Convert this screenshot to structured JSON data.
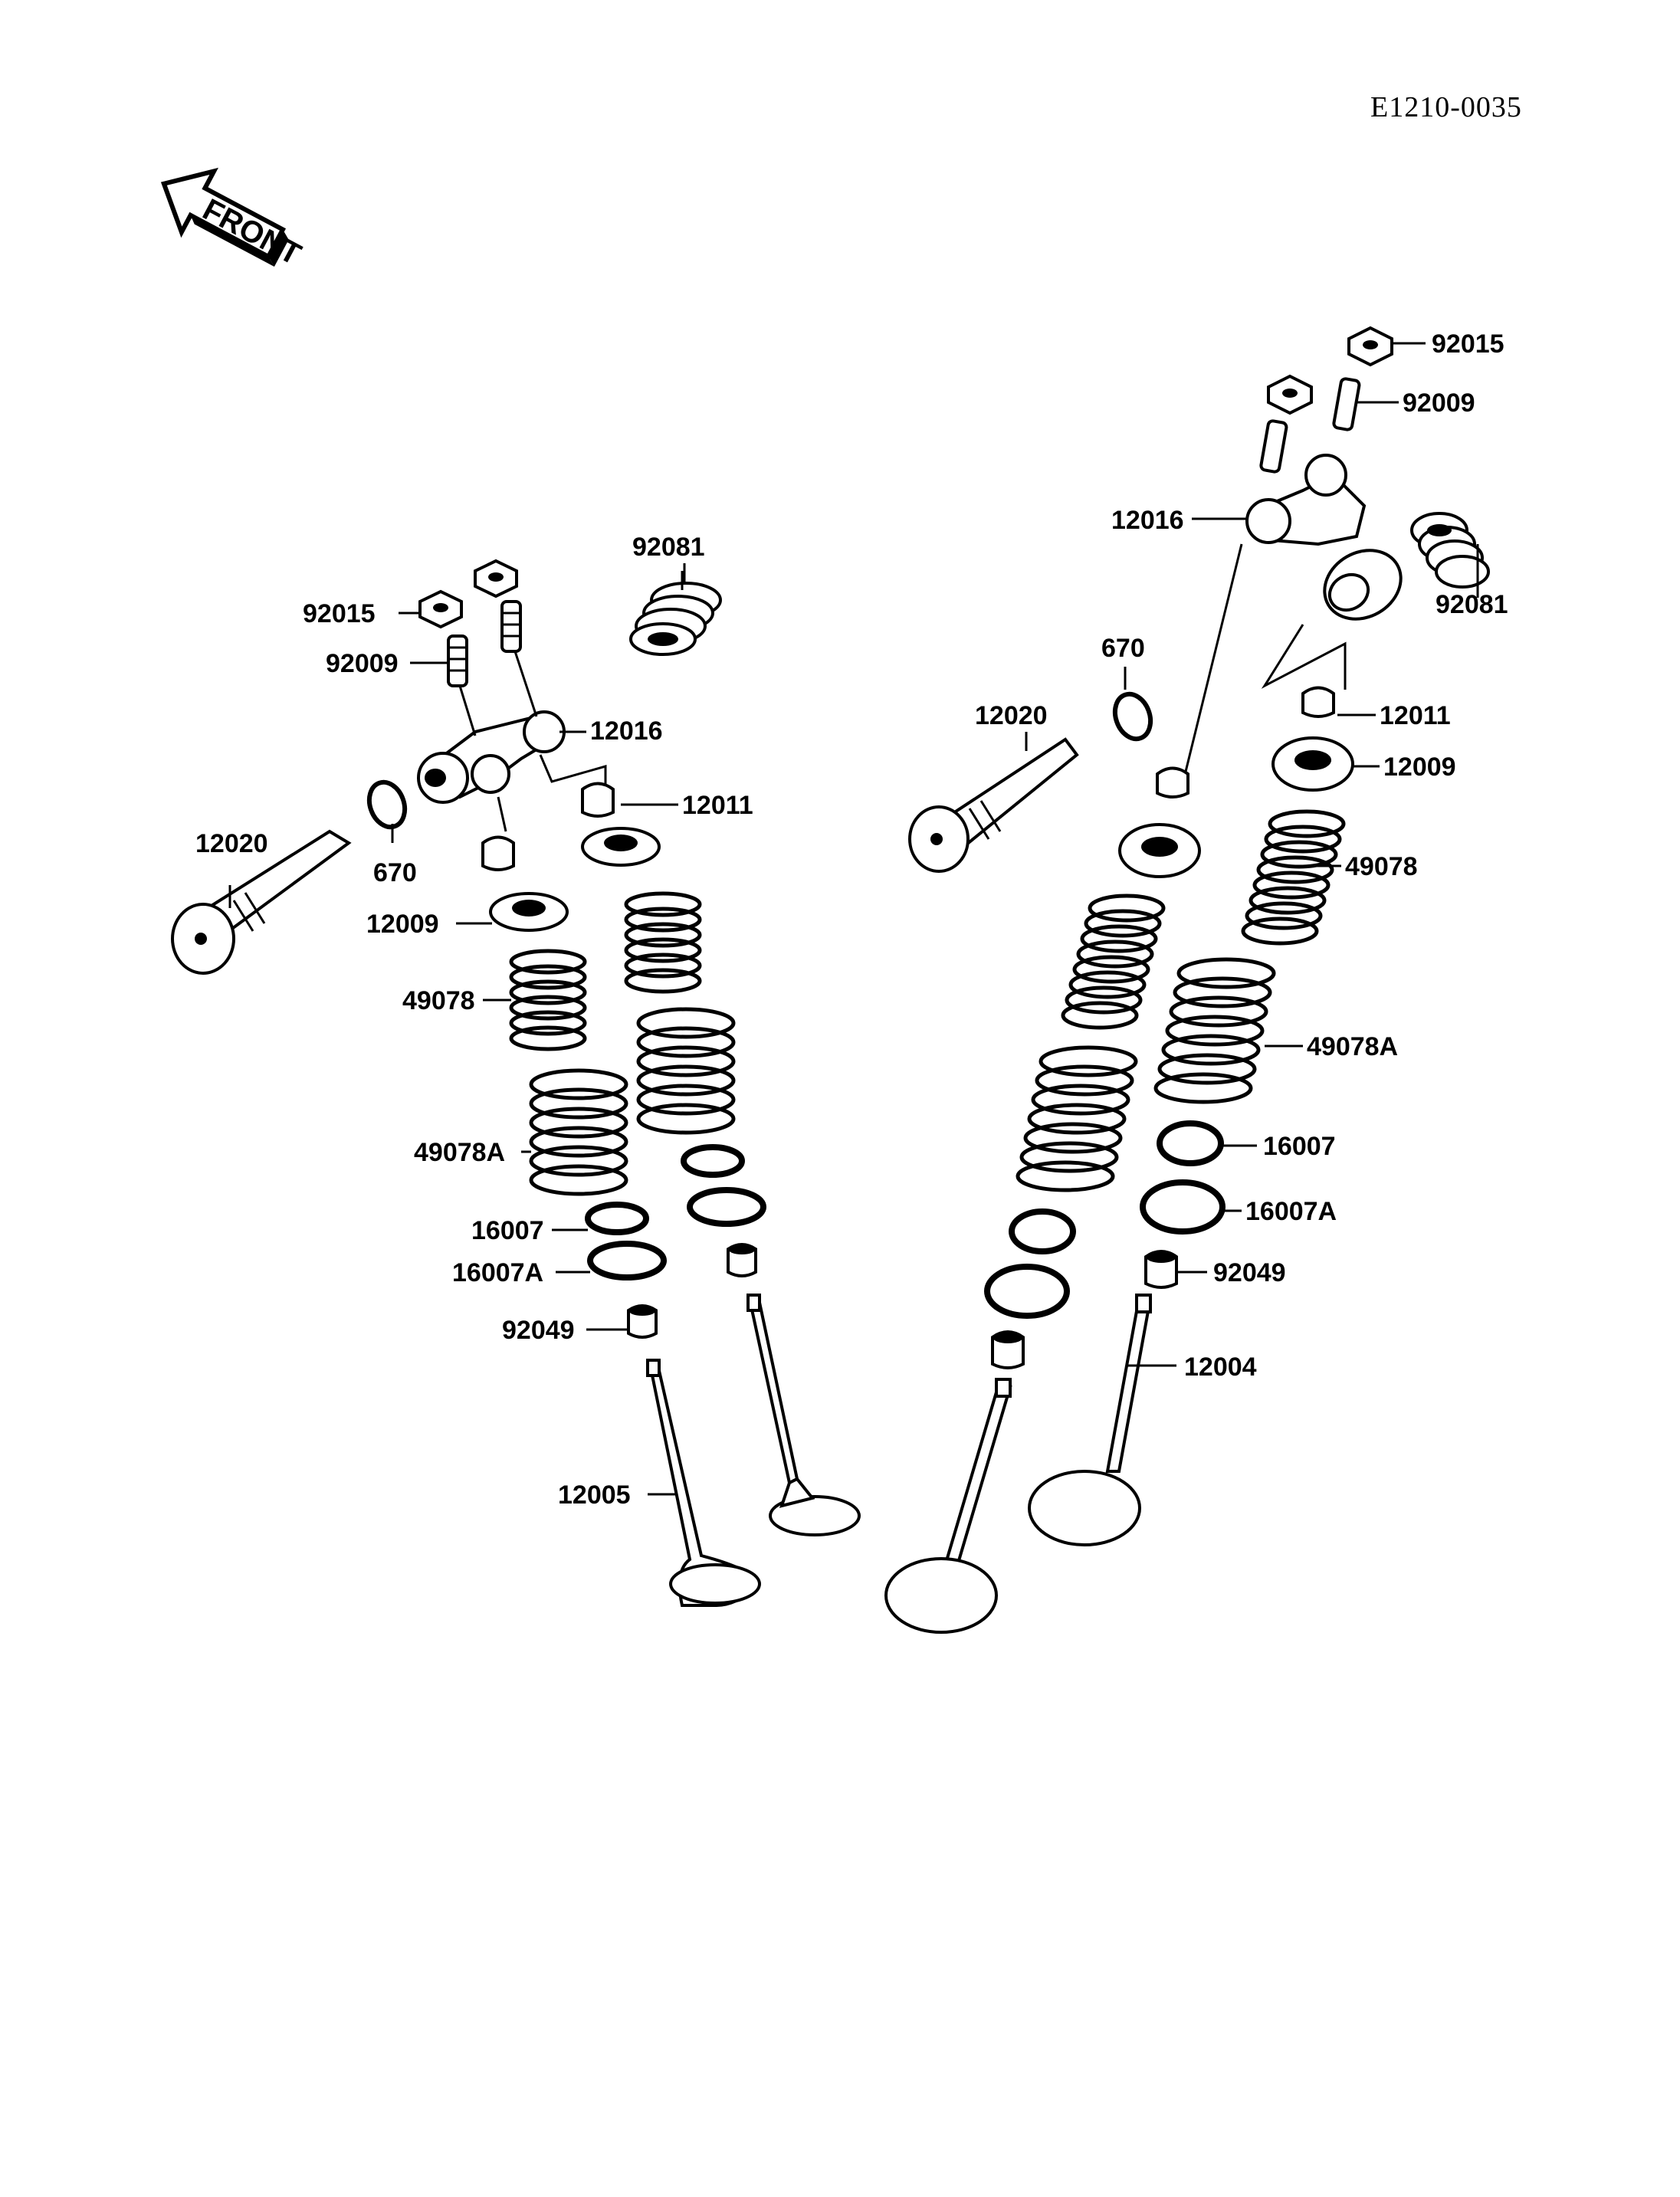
{
  "diagram_code": "E1210-0035",
  "front_label": "FRONT",
  "labels": {
    "left": {
      "p92081": "92081",
      "p92015": "92015",
      "p92009": "92009",
      "p12016": "12016",
      "p12011": "12011",
      "p12020": "12020",
      "p670": "670",
      "p12009": "12009",
      "p49078": "49078",
      "p49078A": "49078A",
      "p16007": "16007",
      "p16007A": "16007A",
      "p92049": "92049",
      "p12005": "12005"
    },
    "right": {
      "p92015": "92015",
      "p92009": "92009",
      "p12016": "12016",
      "p92081": "92081",
      "p670": "670",
      "p12020": "12020",
      "p12011": "12011",
      "p12009": "12009",
      "p49078": "49078",
      "p49078A": "49078A",
      "p16007": "16007",
      "p16007A": "16007A",
      "p92049": "92049",
      "p12004": "12004"
    }
  }
}
